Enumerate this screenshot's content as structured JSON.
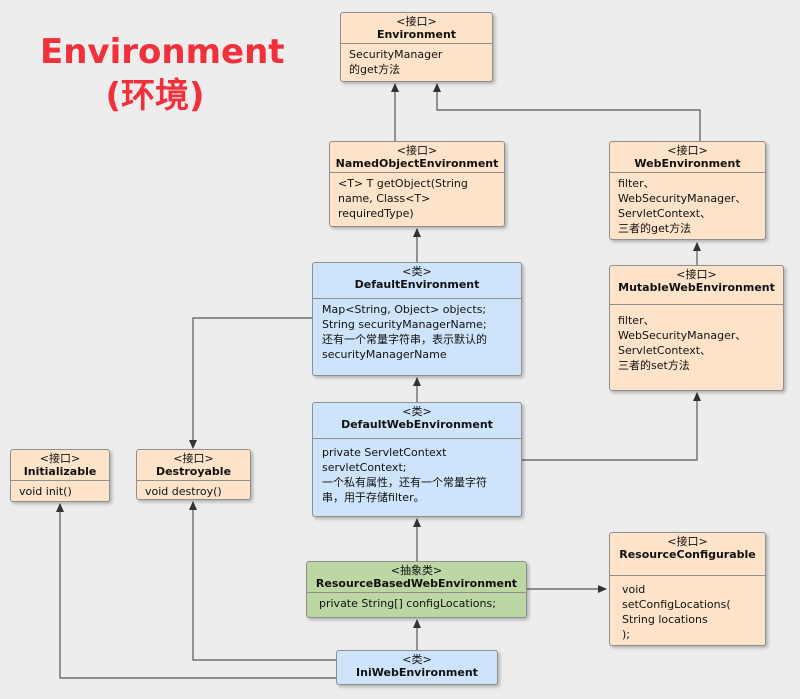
{
  "title": {
    "line1": "Environment",
    "line2": "(环境)"
  },
  "boxes": {
    "environment": {
      "stereotype": "<接口>",
      "name": "Environment",
      "body": "SecurityManager\n的get方法"
    },
    "named_object_environment": {
      "stereotype": "<接口>",
      "name": "NamedObjectEnvironment",
      "body": "<T> T getObject(String\nname, Class<T>\nrequiredType)"
    },
    "web_environment": {
      "stereotype": "<接口>",
      "name": "WebEnvironment",
      "body": "filter、\nWebSecurityManager、\nServletContext、\n三者的get方法"
    },
    "default_environment": {
      "stereotype": "<类>",
      "name": "DefaultEnvironment",
      "body": "Map<String, Object> objects;\nString securityManagerName;\n还有一个常量字符串，表示默认的\nsecurityManagerName"
    },
    "mutable_web_environment": {
      "stereotype": "<接口>",
      "name": "MutableWebEnvironment",
      "body": "filter、\nWebSecurityManager、\nServletContext、\n三者的set方法"
    },
    "default_web_environment": {
      "stereotype": "<类>",
      "name": "DefaultWebEnvironment",
      "body": "private ServletContext\nservletContext;\n一个私有属性，还有一个常量字符\n串，用于存储filter。"
    },
    "initializable": {
      "stereotype": "<接口>",
      "name": "Initializable",
      "body": "void init()"
    },
    "destroyable": {
      "stereotype": "<接口>",
      "name": "Destroyable",
      "body": "void destroy()"
    },
    "resource_based_web_environment": {
      "stereotype": "<抽象类>",
      "name": "ResourceBasedWebEnvironment",
      "body": "private String[] configLocations;"
    },
    "resource_configurable": {
      "stereotype": "<接口>",
      "name": "ResourceConfigurable",
      "body": "void\nsetConfigLocations(\n String locations\n);"
    },
    "ini_web_environment": {
      "stereotype": "<类>",
      "name": "IniWebEnvironment",
      "body": ""
    }
  },
  "colors": {
    "interface_fill": "#fde3c9",
    "class_fill": "#cde4fa",
    "abstract_fill": "#bcd6a4",
    "title": "#f0303a",
    "line": "#444444"
  }
}
